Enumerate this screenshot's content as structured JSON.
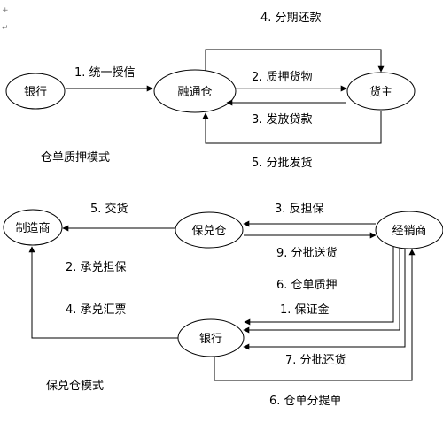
{
  "top": {
    "caption": "仓单质押模式",
    "nodes": {
      "bank": "银行",
      "warehouse": "融通仓",
      "owner": "货主"
    },
    "edges": {
      "e1": "1. 统一授信",
      "e2": "2. 质押货物",
      "e3": "3. 发放贷款",
      "e4": "4. 分期还款",
      "e5": "5. 分批发货"
    }
  },
  "bottom": {
    "caption": "保兑仓模式",
    "nodes": {
      "manufacturer": "制造商",
      "warehouse": "保兑仓",
      "distributor": "经销商",
      "bank": "银行"
    },
    "edges": {
      "e5": "5. 交货",
      "e3": "3. 反担保",
      "e2": "2. 承兑担保",
      "e9": "9. 分批送货",
      "e6a": "6. 仓单质押",
      "e4": "4. 承兑汇票",
      "e1": "1. 保证金",
      "e7": "7. 分批还货",
      "e6b": "6. 仓单分提单"
    }
  },
  "return_mark": "↵"
}
